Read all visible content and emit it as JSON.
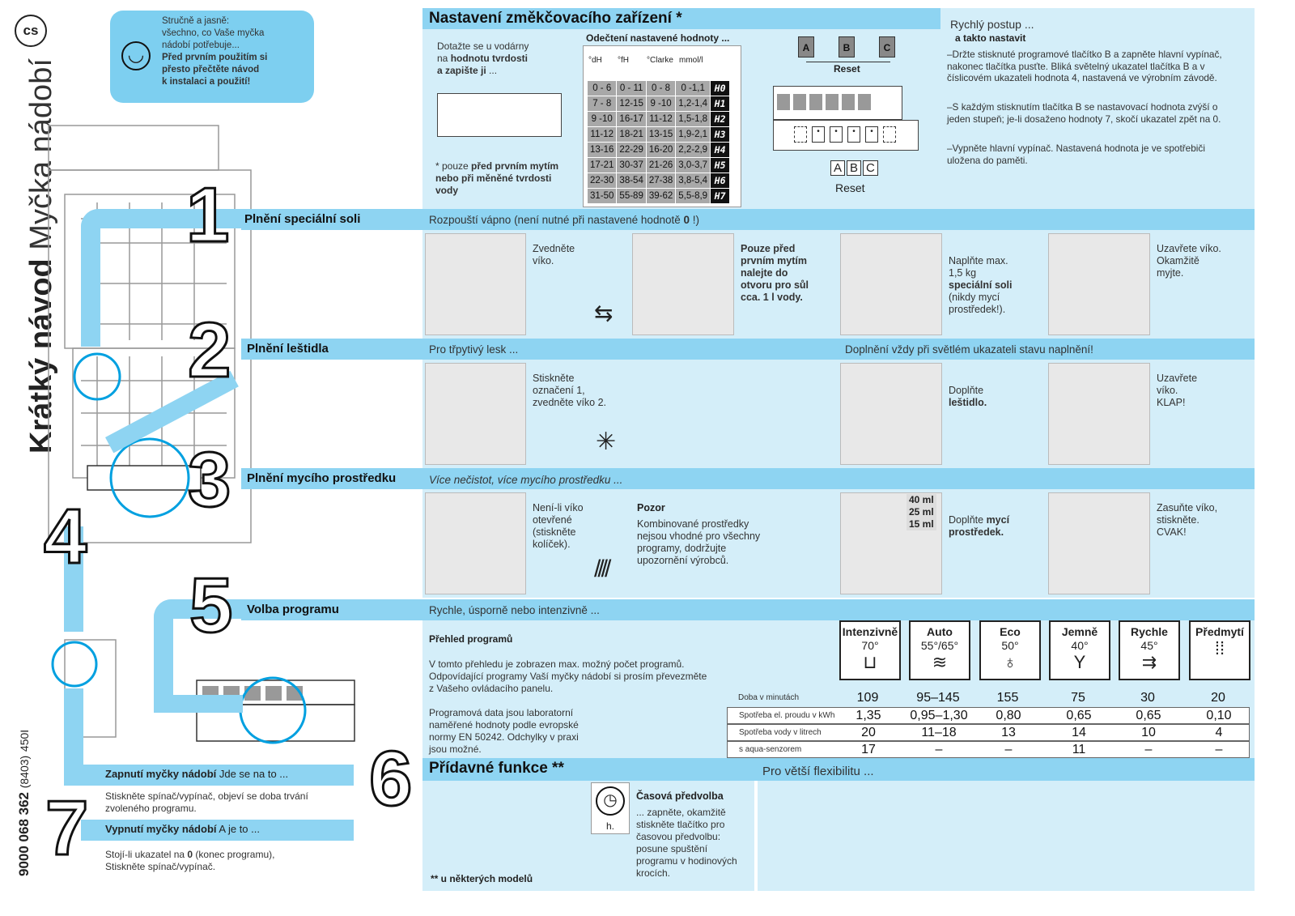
{
  "lang_badge": "cs",
  "side_title": {
    "bold": "Krátký návod",
    "light": " Myčka nádobí"
  },
  "doc_number": {
    "main": "9000 068 362",
    "paren": "(8403)",
    "suffix": "450I"
  },
  "intro": {
    "line1": "Stručně a jasně:",
    "line2": "všechno, co Vaše myčka",
    "line3": "nádobí potřebuje...",
    "bold1": "Před prvním použitím si",
    "bold2": "přesto přečtěte návod",
    "bold3": "k instalaci a použití!"
  },
  "softener": {
    "title": "Nastavení změkčovacího zařízení *",
    "ask_line1": "Dotažte se u vodárny",
    "ask_line2_pre": "na ",
    "ask_line2_bold": "hodnotu tvrdosti",
    "ask_line3_bold": "a zapište ji",
    "ask_line3_post": " ...",
    "note_pre": "* pouze ",
    "note_bold": "před prvním mytím nebo při měněné tvrdosti vody",
    "table_title": "Odečtení nastavené hodnoty ...",
    "headers": [
      "°dH",
      "°fH",
      "°Clarke",
      "mmol/l"
    ],
    "rows": [
      [
        "0 - 6",
        "0 - 11",
        "0 - 8",
        "0 -1,1",
        "H0"
      ],
      [
        "7 - 8",
        "12-15",
        "9 -10",
        "1,2-1,4",
        "H1"
      ],
      [
        "9 -10",
        "16-17",
        "11-12",
        "1,5-1,8",
        "H2"
      ],
      [
        "11-12",
        "18-21",
        "13-15",
        "1,9-2,1",
        "H3"
      ],
      [
        "13-16",
        "22-29",
        "16-20",
        "2,2-2,9",
        "H4"
      ],
      [
        "17-21",
        "30-37",
        "21-26",
        "3,0-3,7",
        "H5"
      ],
      [
        "22-30",
        "38-54",
        "27-38",
        "3,8-5,4",
        "H6"
      ],
      [
        "31-50",
        "55-89",
        "39-62",
        "5,5-8,9",
        "H7"
      ]
    ],
    "buttons": [
      "A",
      "B",
      "C"
    ],
    "reset": "Reset"
  },
  "quick": {
    "title": "Rychlý postup ...",
    "subtitle": "a takto nastavit",
    "step1": "–Držte stisknuté programové tlačítko B a zapněte hlavní vypínač, nakonec tlačítka pusťte. Bliká světelný ukazatel tlačítka B a v číslicovém ukazateli hodnota 4, nastavená ve výrobním závodě.",
    "step2": "–S každým stisknutím tlačítka B se nastavovací hodnota zvýší o jeden stupeň; je-li dosaženo hodnoty 7, skočí ukazatel zpět na 0.",
    "step3": "–Vypněte hlavní vypínač. Nastavená hodnota je ve spotřebiči uložena do paměti."
  },
  "salt": {
    "number": "1",
    "title": "Plnění speciální soli",
    "sub_pre": "Rozpouští vápno (není nutné při nastavené hodnotě ",
    "sub_bold": "0",
    "sub_post": " !)",
    "p1": "Zvedněte\nvíko.",
    "p2": "Pouze před\nprvním mytím\nnalejte do\notvoru pro sůl\ncca. 1 l vody.",
    "p3_pre": "Naplňte max.\n1,5 kg\n",
    "p3_bold": "speciální soli",
    "p3_post": "\n(nikdy mycí\nprostředek!).",
    "p4": "Uzavřete víko.\nOkamžitě\nmyjte."
  },
  "rinse": {
    "number": "2",
    "title": "Plnění leštidla",
    "sub": "Pro třpytivý lesk ...",
    "sub2": "Doplnění vždy při světlém ukazateli stavu naplnění!",
    "p1": "Stiskněte\noznačení 1,\nzvedněte víko 2.",
    "p2_pre": "Doplňte\n",
    "p2_bold": "leštidlo.",
    "p3": "Uzavřete\nvíko.\nKLAP!"
  },
  "detergent": {
    "number": "3",
    "title": "Plnění mycího prostředku",
    "sub": "Více nečistot, více mycího prostředku ...",
    "p1": "Není-li víko\notevřené\n(stiskněte\nkolíček).",
    "warn_title": "Pozor",
    "warn": "Kombinované prostředky\nnejsou vhodné pro všechny\nprogramy, dodržujte\nupozornění výrobců.",
    "ml": [
      "40 ml",
      "25 ml",
      "15 ml"
    ],
    "p2_pre": "Doplňte ",
    "p2_bold": "mycí\nprostředek.",
    "p3": "Zasuňte víko,\nstiskněte.\nCVAK!"
  },
  "step4": {
    "number": "4"
  },
  "program": {
    "number": "5",
    "title": "Volba programu",
    "sub": "Rychle, úsporně nebo intenzivně ...",
    "overview_title": "Přehled programů",
    "overview_text": "V tomto přehledu je zobrazen max. možný počet programů. Odpovídající programy Vaší myčky nádobí si prosím převezměte z Vašeho ovládacího panelu.",
    "lab_text": "Programová data jsou laboratorní naměřené hodnoty podle evropské normy EN 50242. Odchylky v praxi jsou možné.",
    "programs": [
      {
        "name": "Intenzivně",
        "temp": "70°",
        "icon": "⊔"
      },
      {
        "name": "Auto",
        "temp": "55°/65°",
        "icon": "≋"
      },
      {
        "name": "Eco",
        "temp": "50°",
        "icon": "♁"
      },
      {
        "name": "Jemně",
        "temp": "40°",
        "icon": "Y"
      },
      {
        "name": "Rychle",
        "temp": "45°",
        "icon": "⇉"
      },
      {
        "name": "Předmytí",
        "temp": "",
        "icon": "⁞⁞"
      }
    ],
    "table": [
      {
        "label": "Doba v minutách",
        "values": [
          "109",
          "95–145",
          "155",
          "75",
          "30",
          "20"
        ]
      },
      {
        "label": "Spotřeba el. proudu v kWh",
        "values": [
          "1,35",
          "0,95–1,30",
          "0,80",
          "0,65",
          "0,65",
          "0,10"
        ]
      },
      {
        "label": "Spotřeba vody v litrech",
        "values": [
          "20",
          "11–18",
          "13",
          "14",
          "10",
          "4"
        ]
      },
      {
        "label": "s aqua-senzorem",
        "values": [
          "17",
          "–",
          "–",
          "11",
          "–",
          "–"
        ]
      }
    ]
  },
  "extra": {
    "number": "6",
    "title": "Přídavné funkce **",
    "sub": "Pro větší flexibilitu ...",
    "footnote": "** u některých modelů",
    "timer_title": "Časová předvolba",
    "timer_text": "... zapněte, okamžitě stiskněte tlačítko pro časovou předvolbu: posune spuštění programu v hodinových krocích.",
    "timer_label": "h."
  },
  "power_on": {
    "title": "Zapnutí myčky nádobí",
    "title_post": " Jde se na to ...",
    "text": "Stiskněte spínač/vypínač, objeví se doba trvání zvoleného programu."
  },
  "power_off": {
    "number": "7",
    "title": "Vypnutí myčky nádobí",
    "title_post": " A je to ...",
    "text_pre": "Stojí-li ukazatel na ",
    "text_bold": "0",
    "text_post": " (konec programu), Stiskněte spínač/vypínač."
  }
}
